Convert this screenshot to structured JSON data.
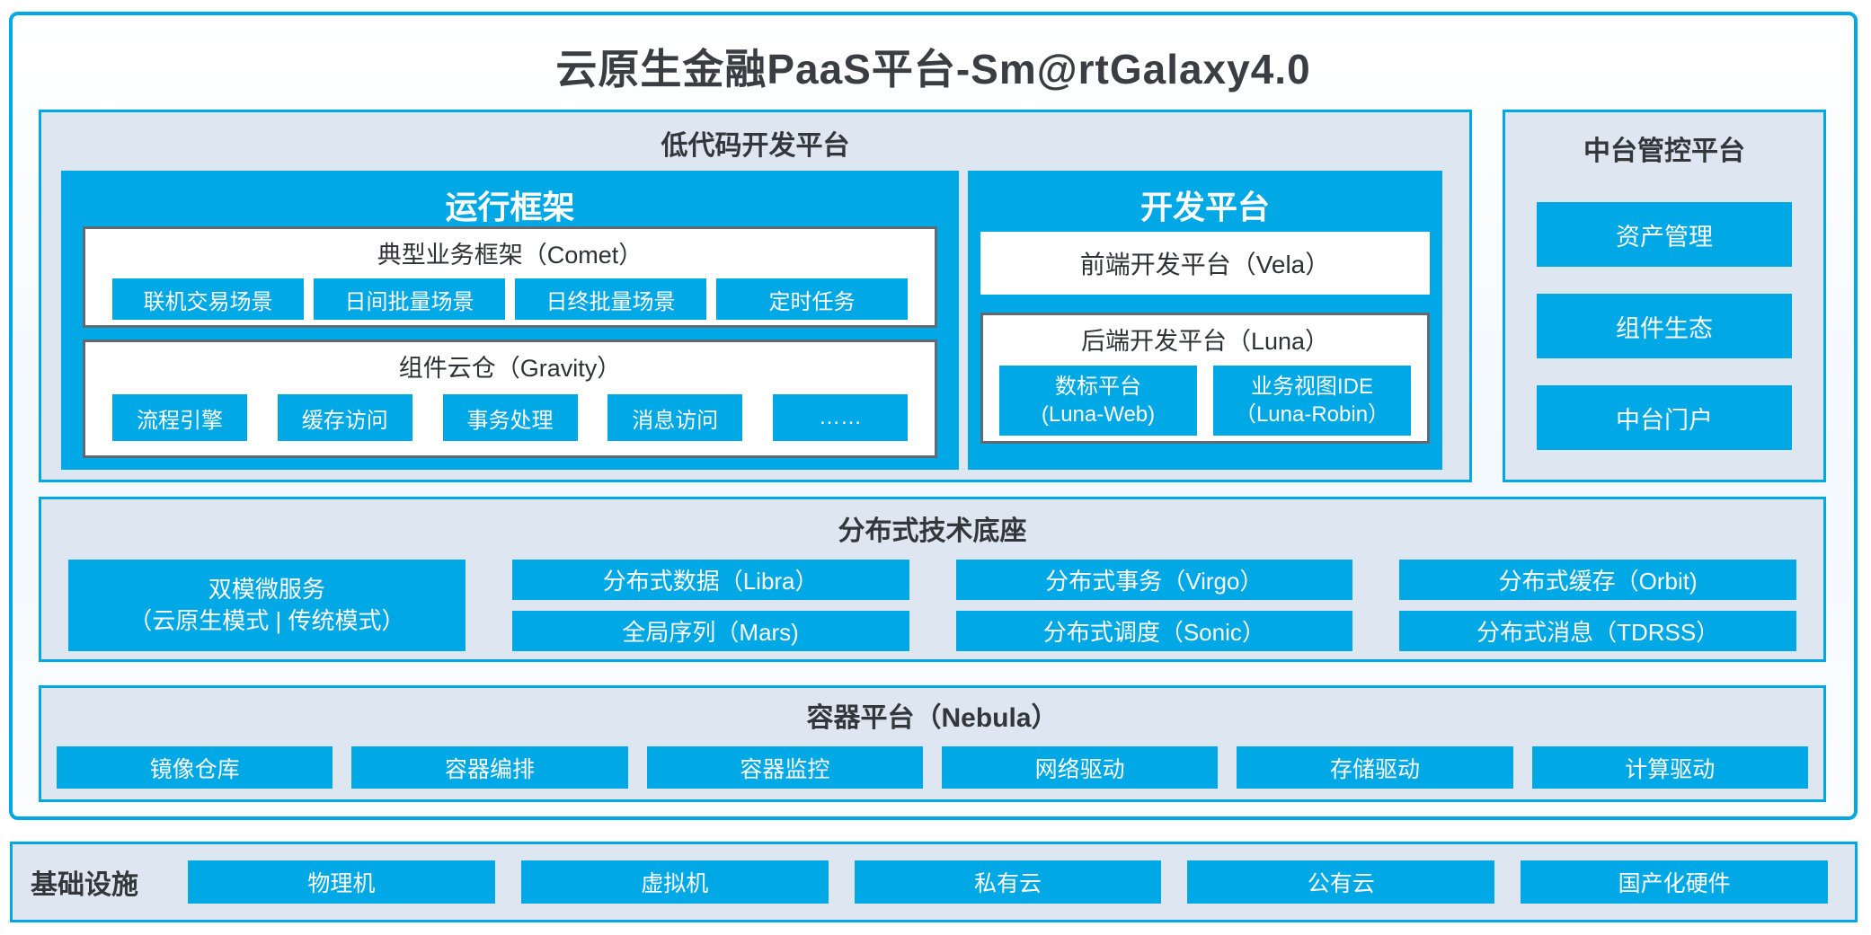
{
  "title": "云原生金融PaaS平台-Sm@rtGalaxy4.0",
  "colors": {
    "accent": "#00a8e6",
    "panel_bg": "#dde6f1",
    "grey_border": "#606a74",
    "dark_text": "#33373b",
    "button_text": "#ffffff"
  },
  "lowcode": {
    "title": "低代码开发平台",
    "runtime": {
      "title": "运行框架",
      "comet": {
        "title": "典型业务框架（Comet）",
        "items": [
          "联机交易场景",
          "日间批量场景",
          "日终批量场景",
          "定时任务"
        ]
      },
      "gravity": {
        "title": "组件云仓（Gravity）",
        "items": [
          "流程引擎",
          "缓存访问",
          "事务处理",
          "消息访问",
          "……"
        ]
      }
    },
    "dev": {
      "title": "开发平台",
      "vela": "前端开发平台（Vela）",
      "luna": {
        "title": "后端开发平台（Luna）",
        "items": [
          {
            "line1": "数标平台",
            "line2": "(Luna-Web)"
          },
          {
            "line1": "业务视图IDE",
            "line2": "（Luna-Robin）"
          }
        ]
      }
    }
  },
  "midplatform": {
    "title": "中台管控平台",
    "items": [
      "资产管理",
      "组件生态",
      "中台门户"
    ]
  },
  "distributed": {
    "title": "分布式技术底座",
    "dual_mode": {
      "line1": "双模微服务",
      "line2": "（云原生模式 | 传统模式）"
    },
    "columns": [
      [
        "分布式数据（Libra）",
        "全局序列（Mars)"
      ],
      [
        "分布式事务（Virgo）",
        "分布式调度（Sonic）"
      ],
      [
        "分布式缓存（Orbit)",
        "分布式消息（TDRSS）"
      ]
    ]
  },
  "container_platform": {
    "title": "容器平台（Nebula）",
    "items": [
      "镜像仓库",
      "容器编排",
      "容器监控",
      "网络驱动",
      "存储驱动",
      "计算驱动"
    ]
  },
  "infrastructure": {
    "title": "基础设施",
    "items": [
      "物理机",
      "虚拟机",
      "私有云",
      "公有云",
      "国产化硬件"
    ]
  }
}
